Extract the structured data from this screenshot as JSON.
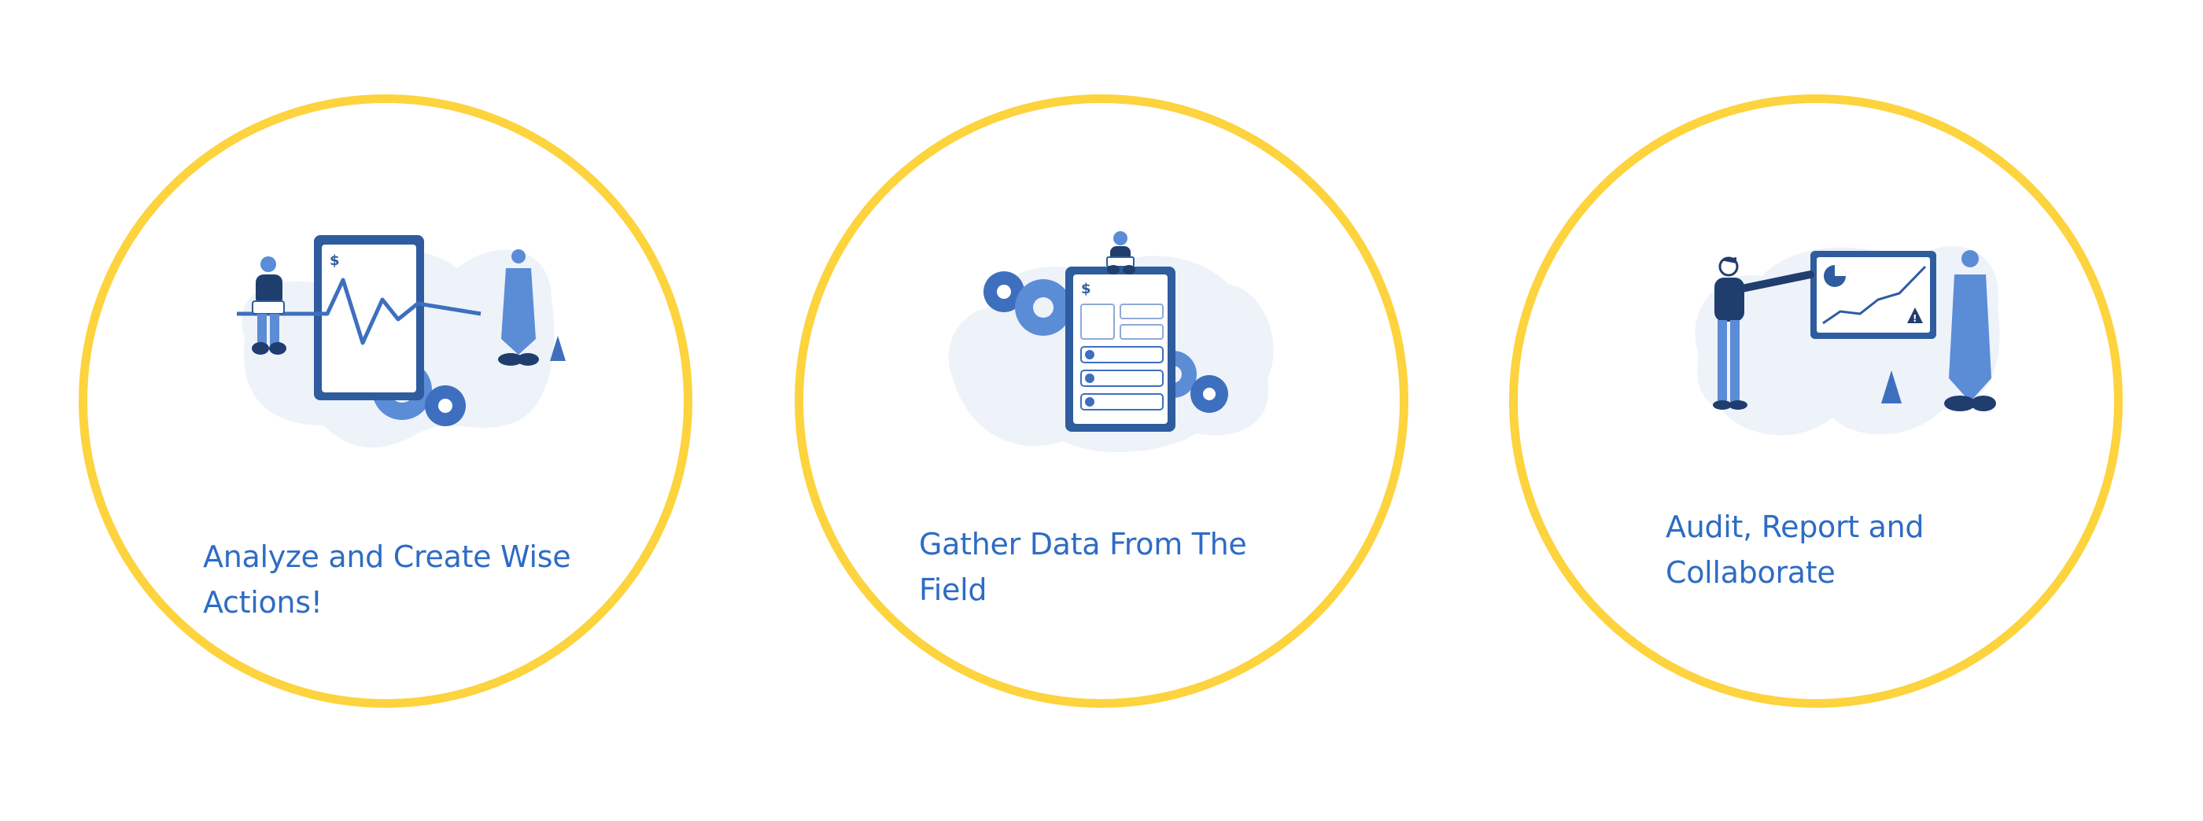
{
  "features": [
    {
      "label": "Analyze and Create Wise Actions!",
      "illustration": "analyze-illustration"
    },
    {
      "label": "Gather Data From The Field",
      "illustration": "gather-data-illustration"
    },
    {
      "label": "Audit, Report and Collaborate",
      "illustration": "audit-report-illustration"
    }
  ],
  "colors": {
    "circle_border": "#FDD33E",
    "label_text": "#2E6CC4",
    "primary_blue": "#2E5C9E",
    "light_blue": "#5B8CD6",
    "blob_bg": "#EEF2F9"
  },
  "illustration_text": {
    "currency_symbol": "$",
    "warning_symbol": "!"
  }
}
